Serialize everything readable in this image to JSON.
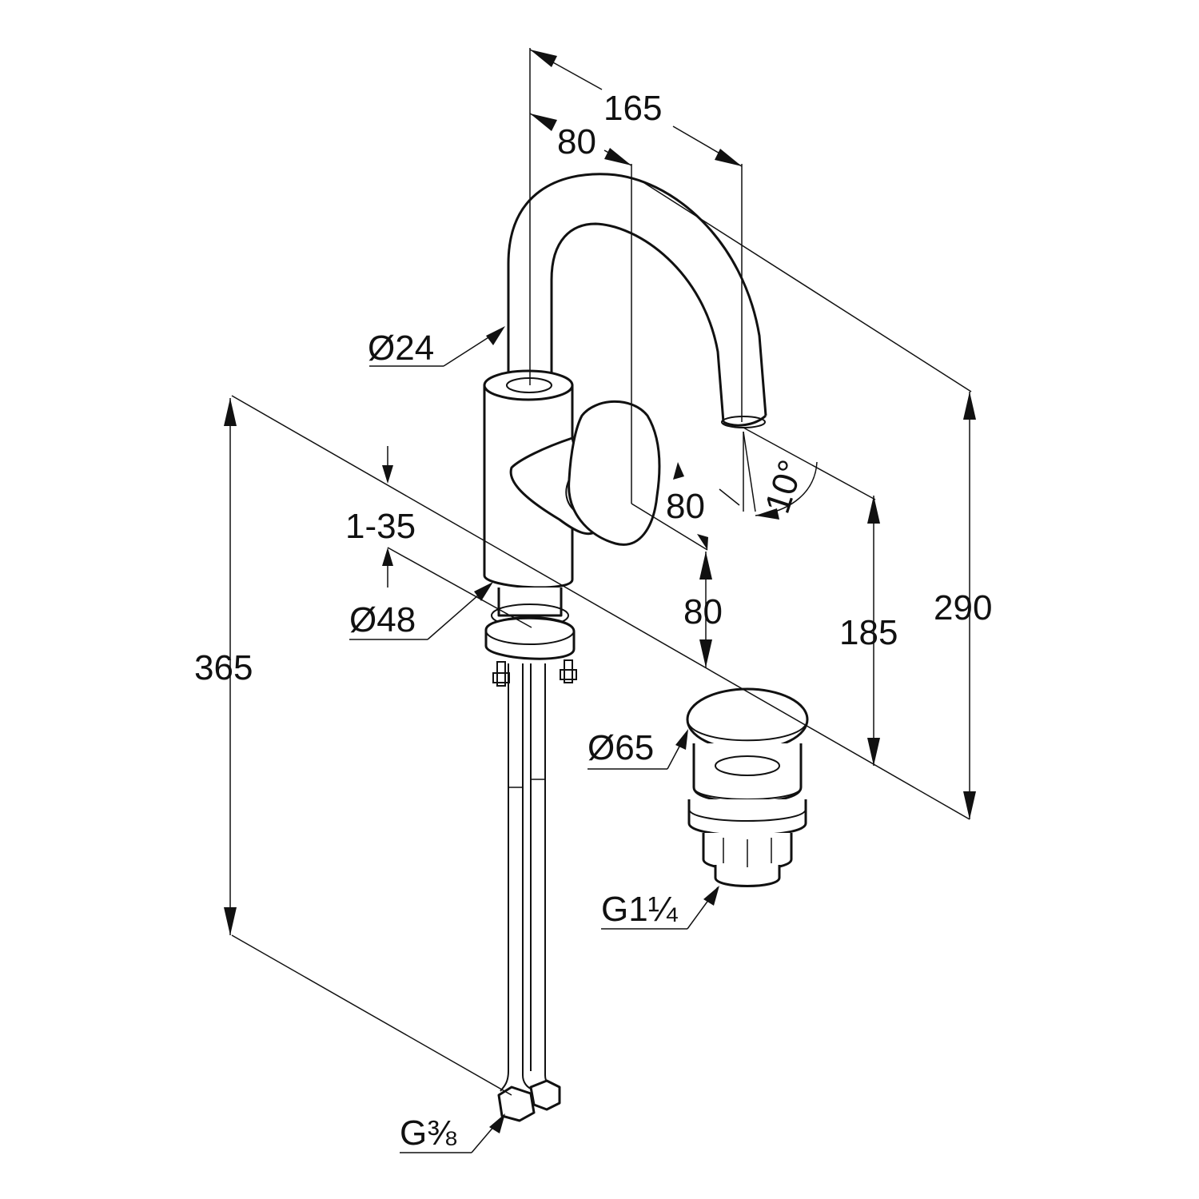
{
  "dimensions": {
    "spout_reach": "165",
    "lever_offset_top": "80",
    "handle_depth": "80",
    "handle_height": "80",
    "spout_angle": "10°",
    "mount_thickness": "1-35",
    "spout_diameter": "Ø24",
    "body_diameter": "Ø48",
    "total_height_with_hoses": "365",
    "spout_outlet_height": "185",
    "overall_height": "290",
    "waste_diameter": "Ø65",
    "waste_thread": "G1¼",
    "hose_thread": "G⅜"
  }
}
